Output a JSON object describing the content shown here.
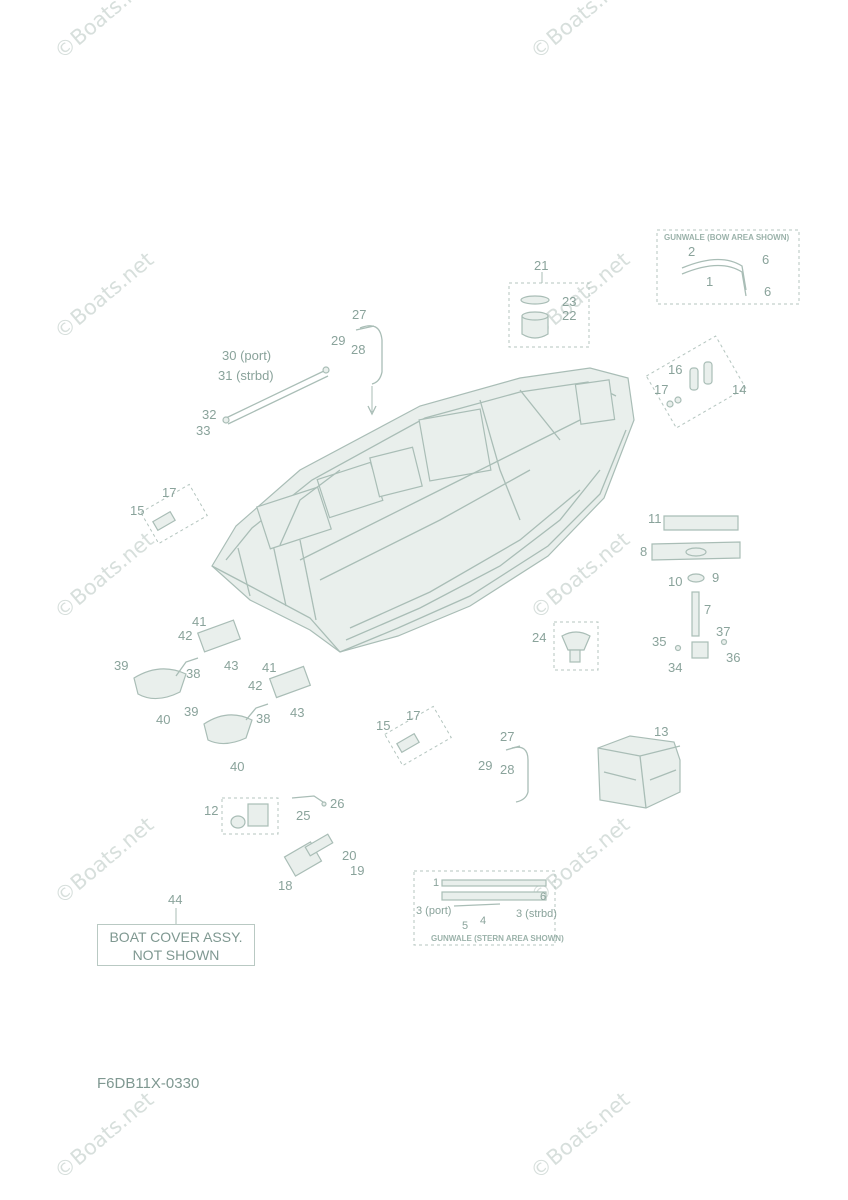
{
  "watermark": "©Boats.net",
  "callouts": {
    "c1": "1",
    "c2": "2",
    "c3port": "3 (port)",
    "c3strbd": "3 (strbd)",
    "c4": "4",
    "c5": "5",
    "c6": "6",
    "c7": "7",
    "c8": "8",
    "c9": "9",
    "c10": "10",
    "c11": "11",
    "c12": "12",
    "c13": "13",
    "c14": "14",
    "c15": "15",
    "c16": "16",
    "c17": "17",
    "c18": "18",
    "c19": "19",
    "c20": "20",
    "c21": "21",
    "c22": "22",
    "c23": "23",
    "c24": "24",
    "c25": "25",
    "c26": "26",
    "c27": "27",
    "c28": "28",
    "c29": "29",
    "c30": "30 (port)",
    "c31": "31 (strbd)",
    "c32": "32",
    "c33": "33",
    "c34": "34",
    "c35": "35",
    "c36": "36",
    "c37": "37",
    "c38": "38",
    "c39": "39",
    "c40": "40",
    "c41": "41",
    "c42": "42",
    "c43": "43",
    "c44": "44"
  },
  "inset_labels": {
    "bow": "GUNWALE (BOW AREA SHOWN)",
    "stern": "GUNWALE (STERN AREA SHOWN)"
  },
  "note": {
    "line1": "BOAT COVER ASSY.",
    "line2": "NOT SHOWN"
  },
  "diagram_code": "F6DB11X-0330"
}
